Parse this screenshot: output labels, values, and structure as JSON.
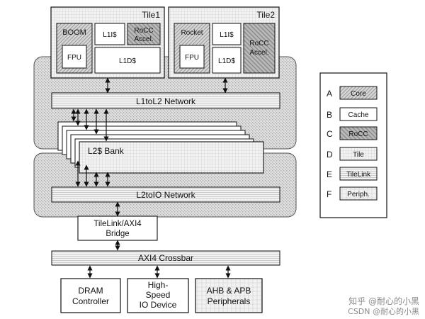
{
  "tiles": {
    "tile1": {
      "title": "Tile1",
      "boom": "BOOM",
      "fpu": "FPU",
      "l1i": "L1I$",
      "rocc_line1": "RoCC",
      "rocc_line2": "Accel.",
      "l1d": "L1D$"
    },
    "tile2": {
      "title": "Tile2",
      "rocket": "Rocket",
      "fpu": "FPU",
      "l1i": "L1I$",
      "l1d": "L1D$",
      "rocc_line1": "RoCC",
      "rocc_line2": "Accel."
    }
  },
  "networks": {
    "l1tol2": "L1toL2 Network",
    "l2bank": "L2$ Bank",
    "l2toio": "L2toIO Network"
  },
  "bridge": {
    "line1": "TileLink/AXI4",
    "line2": "Bridge"
  },
  "crossbar": "AXI4 Crossbar",
  "devices": {
    "dram": [
      "DRAM",
      "Controller"
    ],
    "io": [
      "High-",
      "Speed",
      "IO Device"
    ],
    "periph": [
      "AHB & APB",
      "Peripherals"
    ]
  },
  "legend": [
    {
      "letter": "A",
      "label": "Core"
    },
    {
      "letter": "B",
      "label": "Cache"
    },
    {
      "letter": "C",
      "label": "RoCC"
    },
    {
      "letter": "D",
      "label": "Tile"
    },
    {
      "letter": "E",
      "label": "TileLink"
    },
    {
      "letter": "F",
      "label": "Periph."
    }
  ],
  "watermark": {
    "line1": "知乎 @耐心的小黑",
    "line2": "CSDN @耐心的小黑"
  }
}
